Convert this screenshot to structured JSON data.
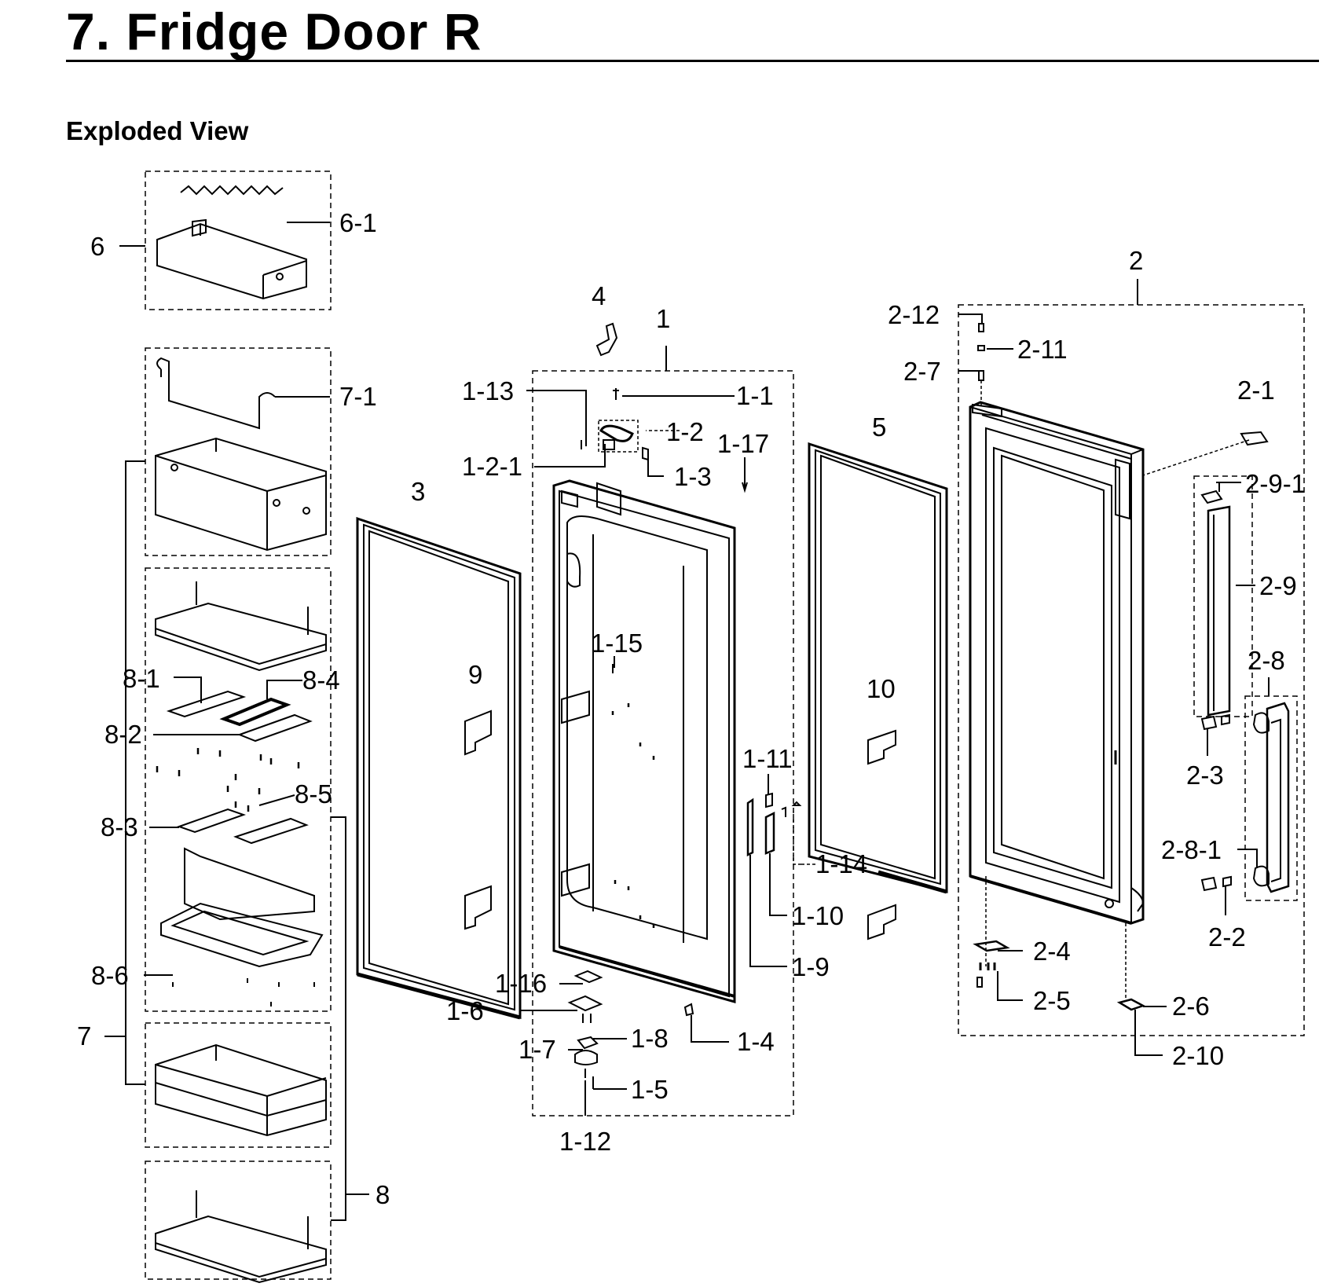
{
  "page": {
    "title": "7.  Fridge Door R",
    "subtitle": "Exploded View"
  },
  "labels": {
    "p6": "6",
    "p6_1": "6-1",
    "p7": "7",
    "p7_1": "7-1",
    "p8": "8",
    "p8_1": "8-1",
    "p8_2": "8-2",
    "p8_3": "8-3",
    "p8_4": "8-4",
    "p8_5": "8-5",
    "p8_6": "8-6",
    "p3": "3",
    "p9": "9",
    "p4": "4",
    "p1": "1",
    "p1_1": "1-1",
    "p1_2": "1-2",
    "p1_2_1": "1-2-1",
    "p1_3": "1-3",
    "p1_4": "1-4",
    "p1_5": "1-5",
    "p1_6": "1-6",
    "p1_7": "1-7",
    "p1_8": "1-8",
    "p1_9": "1-9",
    "p1_10": "1-10",
    "p1_11": "1-11",
    "p1_12": "1-12",
    "p1_13": "1-13",
    "p1_14": "1-14",
    "p1_15": "1-15",
    "p1_16": "1-16",
    "p1_17": "1-17",
    "p5": "5",
    "p10": "10",
    "p2": "2",
    "p2_1": "2-1",
    "p2_2": "2-2",
    "p2_3": "2-3",
    "p2_4": "2-4",
    "p2_5": "2-5",
    "p2_6": "2-6",
    "p2_7": "2-7",
    "p2_8": "2-8",
    "p2_8_1": "2-8-1",
    "p2_9": "2-9",
    "p2_9_1": "2-9-1",
    "p2_10": "2-10",
    "p2_11": "2-11",
    "p2_12": "2-12"
  }
}
